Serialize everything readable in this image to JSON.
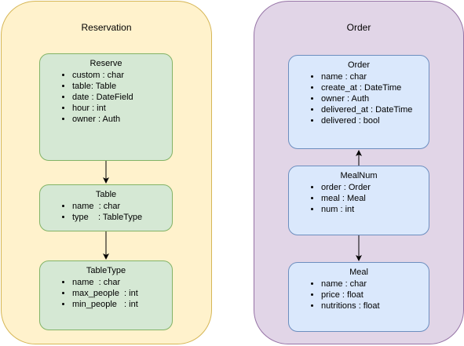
{
  "containers": {
    "reservation": {
      "title": "Reservation"
    },
    "order": {
      "title": "Order"
    }
  },
  "boxes": {
    "reserve": {
      "title": "Reserve",
      "fields": [
        "custom : char",
        "table: Table",
        "date : DateField",
        "hour : int",
        "owner : Auth"
      ]
    },
    "table": {
      "title": "Table",
      "fields": [
        "name  : char",
        "type    : TableType"
      ]
    },
    "tabletype": {
      "title": "TableType",
      "fields": [
        "name  : char",
        "max_people  : int",
        "min_people   : int"
      ]
    },
    "order": {
      "title": "Order",
      "fields": [
        "name : char",
        "create_at : DateTime",
        "owner : Auth",
        "delivered_at : DateTime",
        "delivered : bool"
      ]
    },
    "mealnum": {
      "title": "MealNum",
      "fields": [
        "order : Order",
        "meal : Meal",
        "num : int"
      ]
    },
    "meal": {
      "title": "Meal",
      "fields": [
        "name : char",
        "price : float",
        "nutritions : float"
      ]
    }
  },
  "colors": {
    "reservation_fill": "#fff2cc",
    "reservation_stroke": "#d6b656",
    "order_fill": "#e1d5e7",
    "order_stroke": "#9673a6",
    "green_fill": "#d5e8d4",
    "green_stroke": "#82b366",
    "blue_fill": "#dae8fc",
    "blue_stroke": "#6c8ebf",
    "arrow": "#000000"
  }
}
